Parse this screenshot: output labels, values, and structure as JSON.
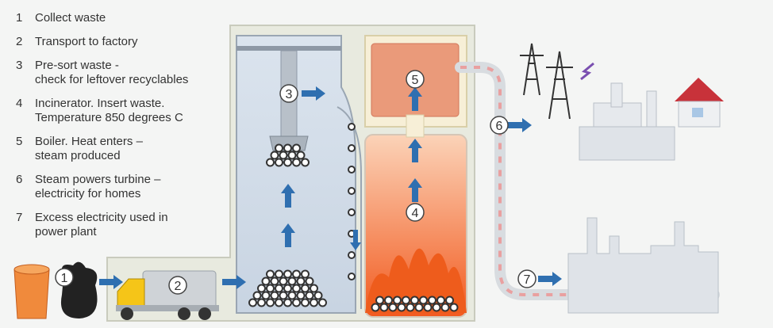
{
  "legend": [
    {
      "number": "1",
      "lines": [
        "Collect waste"
      ]
    },
    {
      "number": "2",
      "lines": [
        "Transport to factory"
      ]
    },
    {
      "number": "3",
      "lines": [
        "Pre-sort waste -",
        "check for leftover recyclables"
      ]
    },
    {
      "number": "4",
      "lines": [
        "Incinerator. Insert waste.",
        "Temperature 850 degrees C"
      ]
    },
    {
      "number": "5",
      "lines": [
        "Boiler. Heat enters –",
        "steam produced"
      ]
    },
    {
      "number": "6",
      "lines": [
        "Steam powers turbine –",
        "electricity for homes"
      ]
    },
    {
      "number": "7",
      "lines": [
        "Excess electricity used in",
        "power plant"
      ]
    }
  ],
  "markers": [
    "1",
    "2",
    "3",
    "4",
    "5",
    "6",
    "7"
  ],
  "colors": {
    "arrow": "#2f6fb0",
    "fire": "#f06a2a",
    "boiler": "#e98a6a",
    "building": "#dfe3e8",
    "roof": "#c8323a",
    "truck": "#f5c518"
  }
}
